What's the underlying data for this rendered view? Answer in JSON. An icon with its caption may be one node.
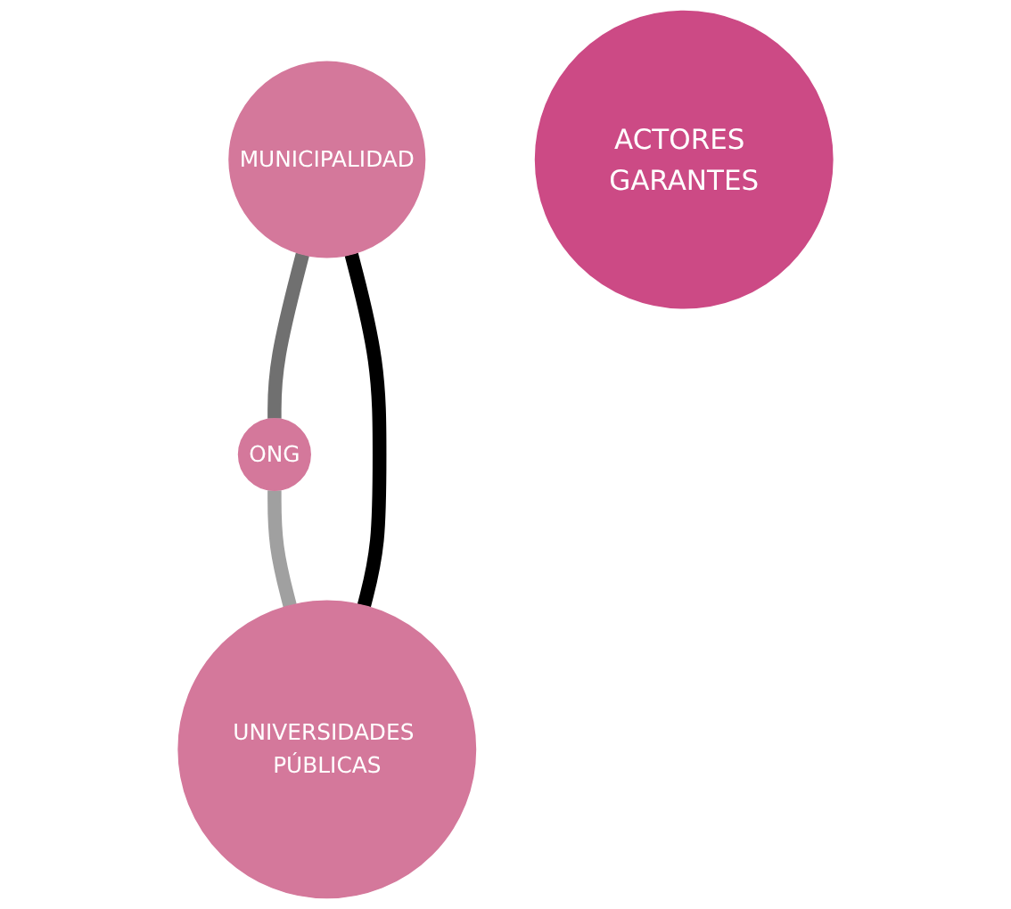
{
  "diagram": {
    "nodes": [
      {
        "text": [
          "MUNICIPALIDAD"
        ]
      },
      {
        "text": [
          "ACTORES GARANTES"
        ]
      },
      {
        "text": [
          "UNIVERSIDADES PÚBLICAS"
        ]
      },
      {
        "text": [
          "ONG"
        ]
      }
    ],
    "edges": [
      {
        "from": 0,
        "to": 3,
        "arrow": "none",
        "color": "#707070"
      },
      {
        "from": 3,
        "to": 2,
        "arrow": "none",
        "color": "#a0a0a0"
      },
      {
        "from": 2,
        "to": 0,
        "arrow": "none",
        "color": "#000000"
      }
    ]
  }
}
